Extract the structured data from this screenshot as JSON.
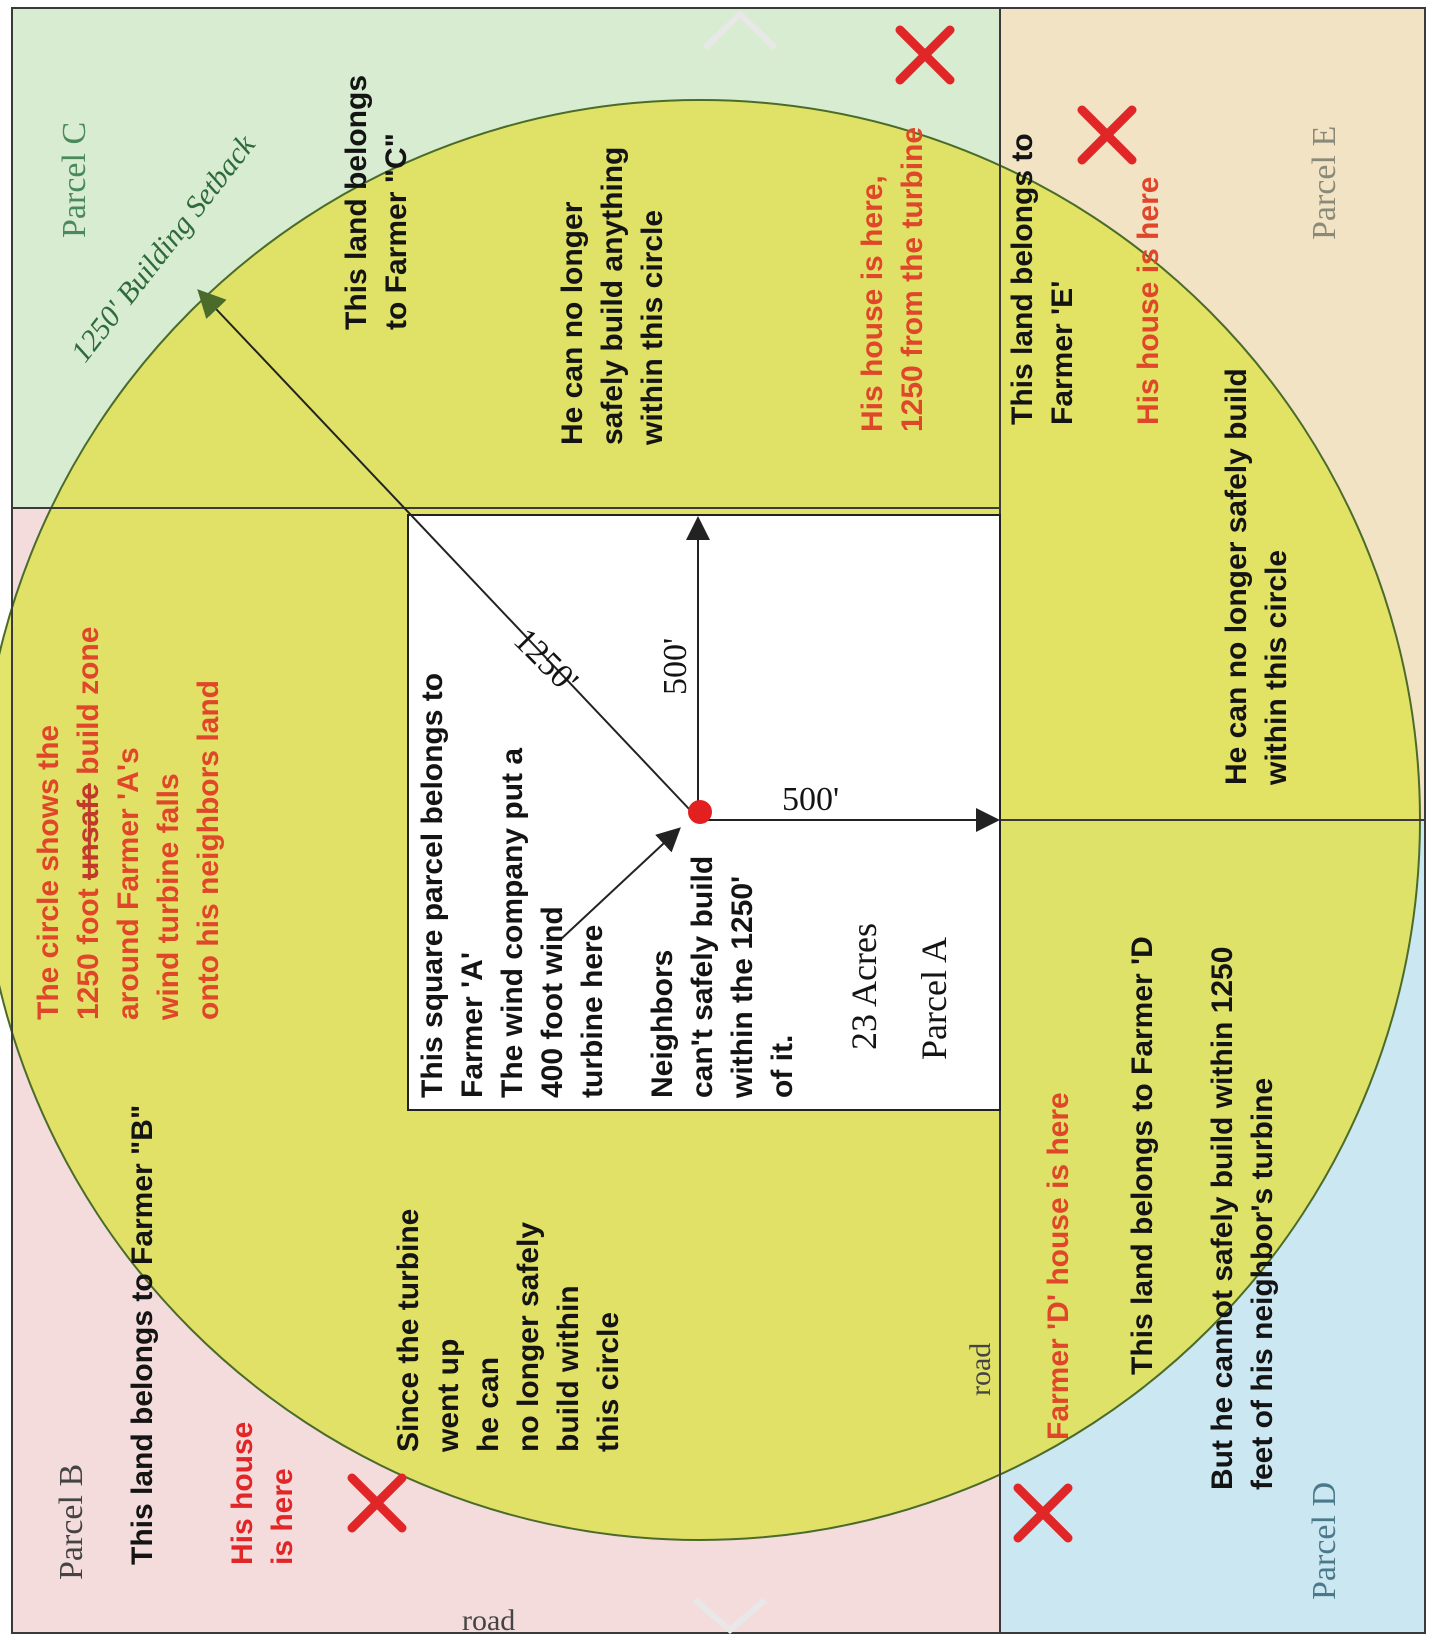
{
  "colors": {
    "parcel_b": "#f4dcdc",
    "parcel_c": "#d7ecd1",
    "parcel_e": "#f2e3c4",
    "parcel_d": "#cbe7f2",
    "circle": "#e0e15a",
    "circle_stroke": "#4a6b2a",
    "parcel_a": "#ffffff",
    "red_text": "#e0462a",
    "red_x": "#e02626",
    "black_text": "#141414",
    "green_text": "#2f6a3a",
    "gray_text": "#7a7a7a",
    "turbine_dot": "#e32020"
  },
  "icons": {
    "house_marker": "x-mark-icon",
    "turbine_marker": "red-dot-icon",
    "scroll_up": "chevron-up-icon",
    "scroll_down": "chevron-down-icon"
  },
  "labels": {
    "parcel_b": "Parcel B",
    "parcel_c": "Parcel C",
    "parcel_d": "Parcel D",
    "parcel_e": "Parcel E",
    "parcel_a": "Parcel A",
    "acres": "23 Acres",
    "road_bottom": "road",
    "road_middle": "road",
    "setback": "1250' Building Setback",
    "dim_diag": "1250'",
    "dim_right": "500'",
    "dim_down": "500'"
  },
  "notes": {
    "circle_line1": "The circle shows the",
    "circle_line2_a": "1250 foot ",
    "circle_line2_b": "unsafe",
    "circle_line2_c": " build zone",
    "circle_line3": "around Farmer 'A's",
    "circle_line4": "wind turbine falls",
    "circle_line5": "onto his neighbors land",
    "farmer_b_land": "This land belongs to Farmer \"B\"",
    "farmer_b_house1": "His house",
    "farmer_b_house2": "is here",
    "farmer_b_since1": "Since the turbine",
    "farmer_b_since2": "went up",
    "farmer_b_since3": "he can",
    "farmer_b_since4": "no longer safely",
    "farmer_b_since5": "build within",
    "farmer_b_since6": "this circle",
    "farmer_c_land1": "This land belongs",
    "farmer_c_land2": "to Farmer \"C\"",
    "farmer_c_no1": "He can no longer",
    "farmer_c_no2": "safely build anything",
    "farmer_c_no3": "within this circle",
    "farmer_c_house1": "His house is here,",
    "farmer_c_house2": "1250 from the turbine",
    "farmer_e_land1": "This land belongs to",
    "farmer_e_land2": "Farmer 'E'",
    "farmer_e_house": "His house is here",
    "farmer_e_no1": "He can no longer  safely build",
    "farmer_e_no2": "within this circle",
    "farmer_d_house": "Farmer 'D' house is here",
    "farmer_d_land": "This land belongs to Farmer 'D",
    "farmer_d_no1": "But he cannot  safely build within 1250",
    "farmer_d_no2": "feet of his neighbor's turbine",
    "parcel_a_1": "This square parcel belongs to",
    "parcel_a_2": "Farmer 'A'",
    "parcel_a_3": "The wind company put a",
    "parcel_a_4": "400 foot wind",
    "parcel_a_5": "turbine here",
    "neighbors_1": "Neighbors",
    "neighbors_2": "can't safely build",
    "neighbors_3": "within  the 1250'",
    "neighbors_4": "of it."
  }
}
